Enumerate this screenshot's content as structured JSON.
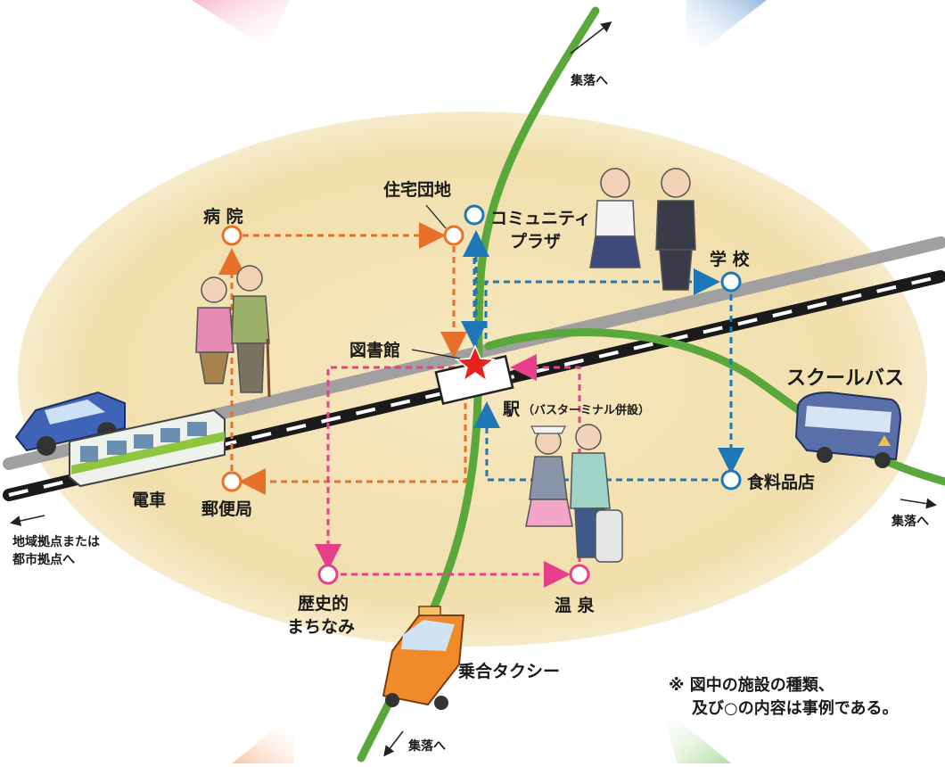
{
  "colors": {
    "orange_route": "#e8712a",
    "blue_route": "#1e78b8",
    "pink_route": "#e83f8c",
    "green_road": "#5aa83c",
    "ellipse_fill": "#f3e3b5",
    "rail_dark": "#1a1a1a",
    "rail_gray": "#9a9a9a",
    "star": "#e8211c"
  },
  "labels": {
    "hospital": "病 院",
    "housing": "住宅団地",
    "community_plaza_1": "コミュニティ",
    "community_plaza_2": "プラザ",
    "school": "学 校",
    "library": "図書館",
    "station": "駅",
    "station_sub": "（バスターミナル併設）",
    "school_bus": "スクールバス",
    "grocery": "食料品店",
    "train": "電車",
    "post_office": "郵便局",
    "historic_1": "歴史的",
    "historic_2": "まちなみ",
    "hot_spring": "温 泉",
    "shared_taxi": "乗合タクシー",
    "to_village_top": "集落へ",
    "to_village_right": "集落へ",
    "to_village_bottom": "集落へ",
    "to_hub_1": "地域拠点または",
    "to_hub_2": "都市拠点へ",
    "note_1": "※ 図中の施設の種類、",
    "note_2": "及び○の内容は事例である。"
  },
  "icons": [
    "star-icon",
    "arrow-icon",
    "car-icon",
    "train-icon",
    "bus-icon",
    "taxi-icon",
    "people-icon"
  ]
}
